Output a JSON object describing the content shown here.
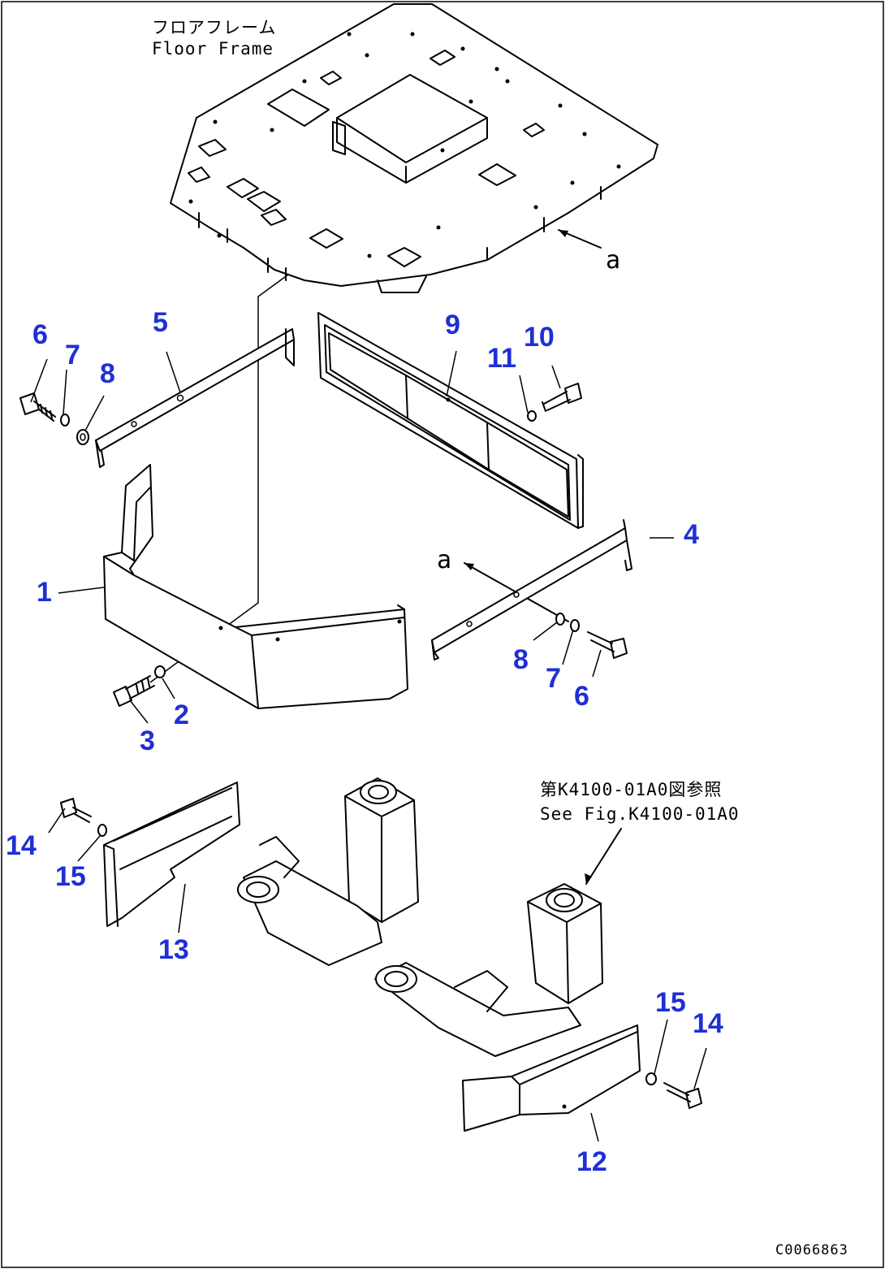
{
  "figure": {
    "floor_frame_jp": "フロアフレーム",
    "floor_frame_en": "Floor Frame",
    "ref_jp": "第K4100-01A0図参照",
    "ref_en": "See Fig.K4100-01A0",
    "view_marker": "a",
    "figure_code": "C0066863",
    "callout_color": "#1f2fd6"
  },
  "callouts": {
    "p1": "1",
    "p2": "2",
    "p3": "3",
    "p4": "4",
    "p5": "5",
    "p6a": "6",
    "p6b": "6",
    "p7a": "7",
    "p7b": "7",
    "p8a": "8",
    "p8b": "8",
    "p9": "9",
    "p10": "10",
    "p11": "11",
    "p12": "12",
    "p13": "13",
    "p14a": "14",
    "p14b": "14",
    "p15a": "15",
    "p15b": "15"
  }
}
